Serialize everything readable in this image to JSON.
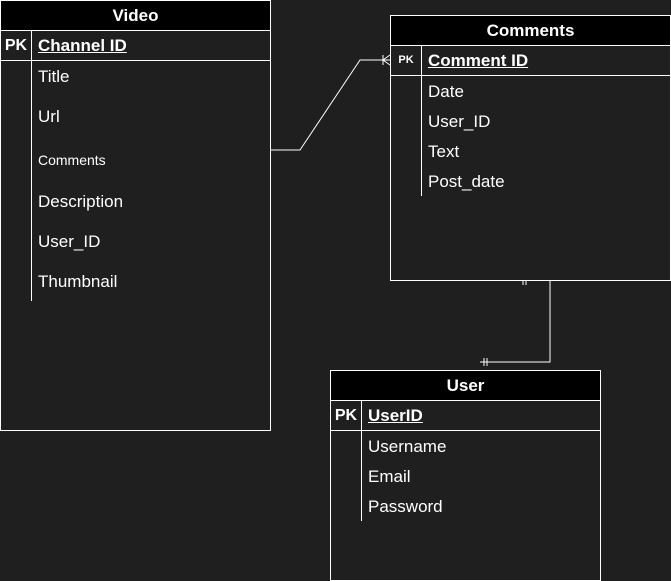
{
  "entities": {
    "video": {
      "title": "Video",
      "pk_label": "PK",
      "pk_field": "Channel ID",
      "fields": [
        "Title",
        "Url",
        "Comments",
        "Description",
        "User_ID",
        "Thumbnail"
      ]
    },
    "comments": {
      "title": "Comments",
      "pk_label": "PK",
      "pk_field": "Comment ID",
      "fields": [
        "Date",
        "User_ID",
        "Text",
        "Post_date"
      ]
    },
    "user": {
      "title": "User",
      "pk_label": "PK",
      "pk_field": "UserID",
      "fields": [
        "Username",
        "Email",
        "Password"
      ]
    }
  },
  "colors": {
    "background": "#1f1f1f",
    "header": "#000000",
    "line": "#ffffff",
    "text": "#ffffff"
  }
}
